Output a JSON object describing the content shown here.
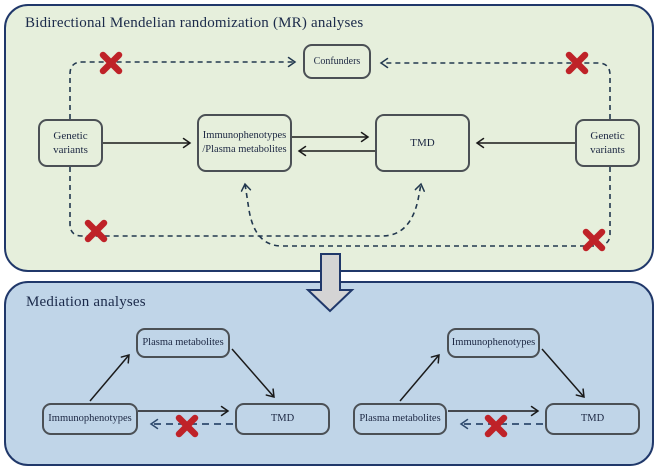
{
  "figure": {
    "mr_panel": {
      "title": "Bidirectional Mendelian randomization (MR) analyses",
      "confounders_label": "Confunders",
      "genetic_left_line1": "Genetic",
      "genetic_left_line2": "variants",
      "exposure_line1": "Immunophenotypes",
      "exposure_line2": "/Plasma metabolites",
      "tmd_label": "TMD",
      "genetic_right_line1": "Genetic",
      "genetic_right_line2": "variants"
    },
    "mediation_panel": {
      "title": "Mediation analyses",
      "left_triangle": {
        "top": "Plasma metabolites",
        "bottom_left": "Immunophenotypes",
        "bottom_right": "TMD"
      },
      "right_triangle": {
        "top": "Immunophenotypes",
        "bottom_left": "Plasma metabolites",
        "bottom_right": "TMD"
      }
    },
    "colors": {
      "mr_panel_fill": "#e6efdc",
      "mediation_panel_fill": "#c0d5e8",
      "panel_border": "#20386a",
      "node_border": "#4b5055",
      "solid_arrow": "#1a1a1a",
      "mr_dashed_line": "#22384f",
      "mediation_dashed_line": "#2e4a6e",
      "red_x": "#bf2228",
      "big_arrow_fill": "#d4d4d4"
    }
  }
}
